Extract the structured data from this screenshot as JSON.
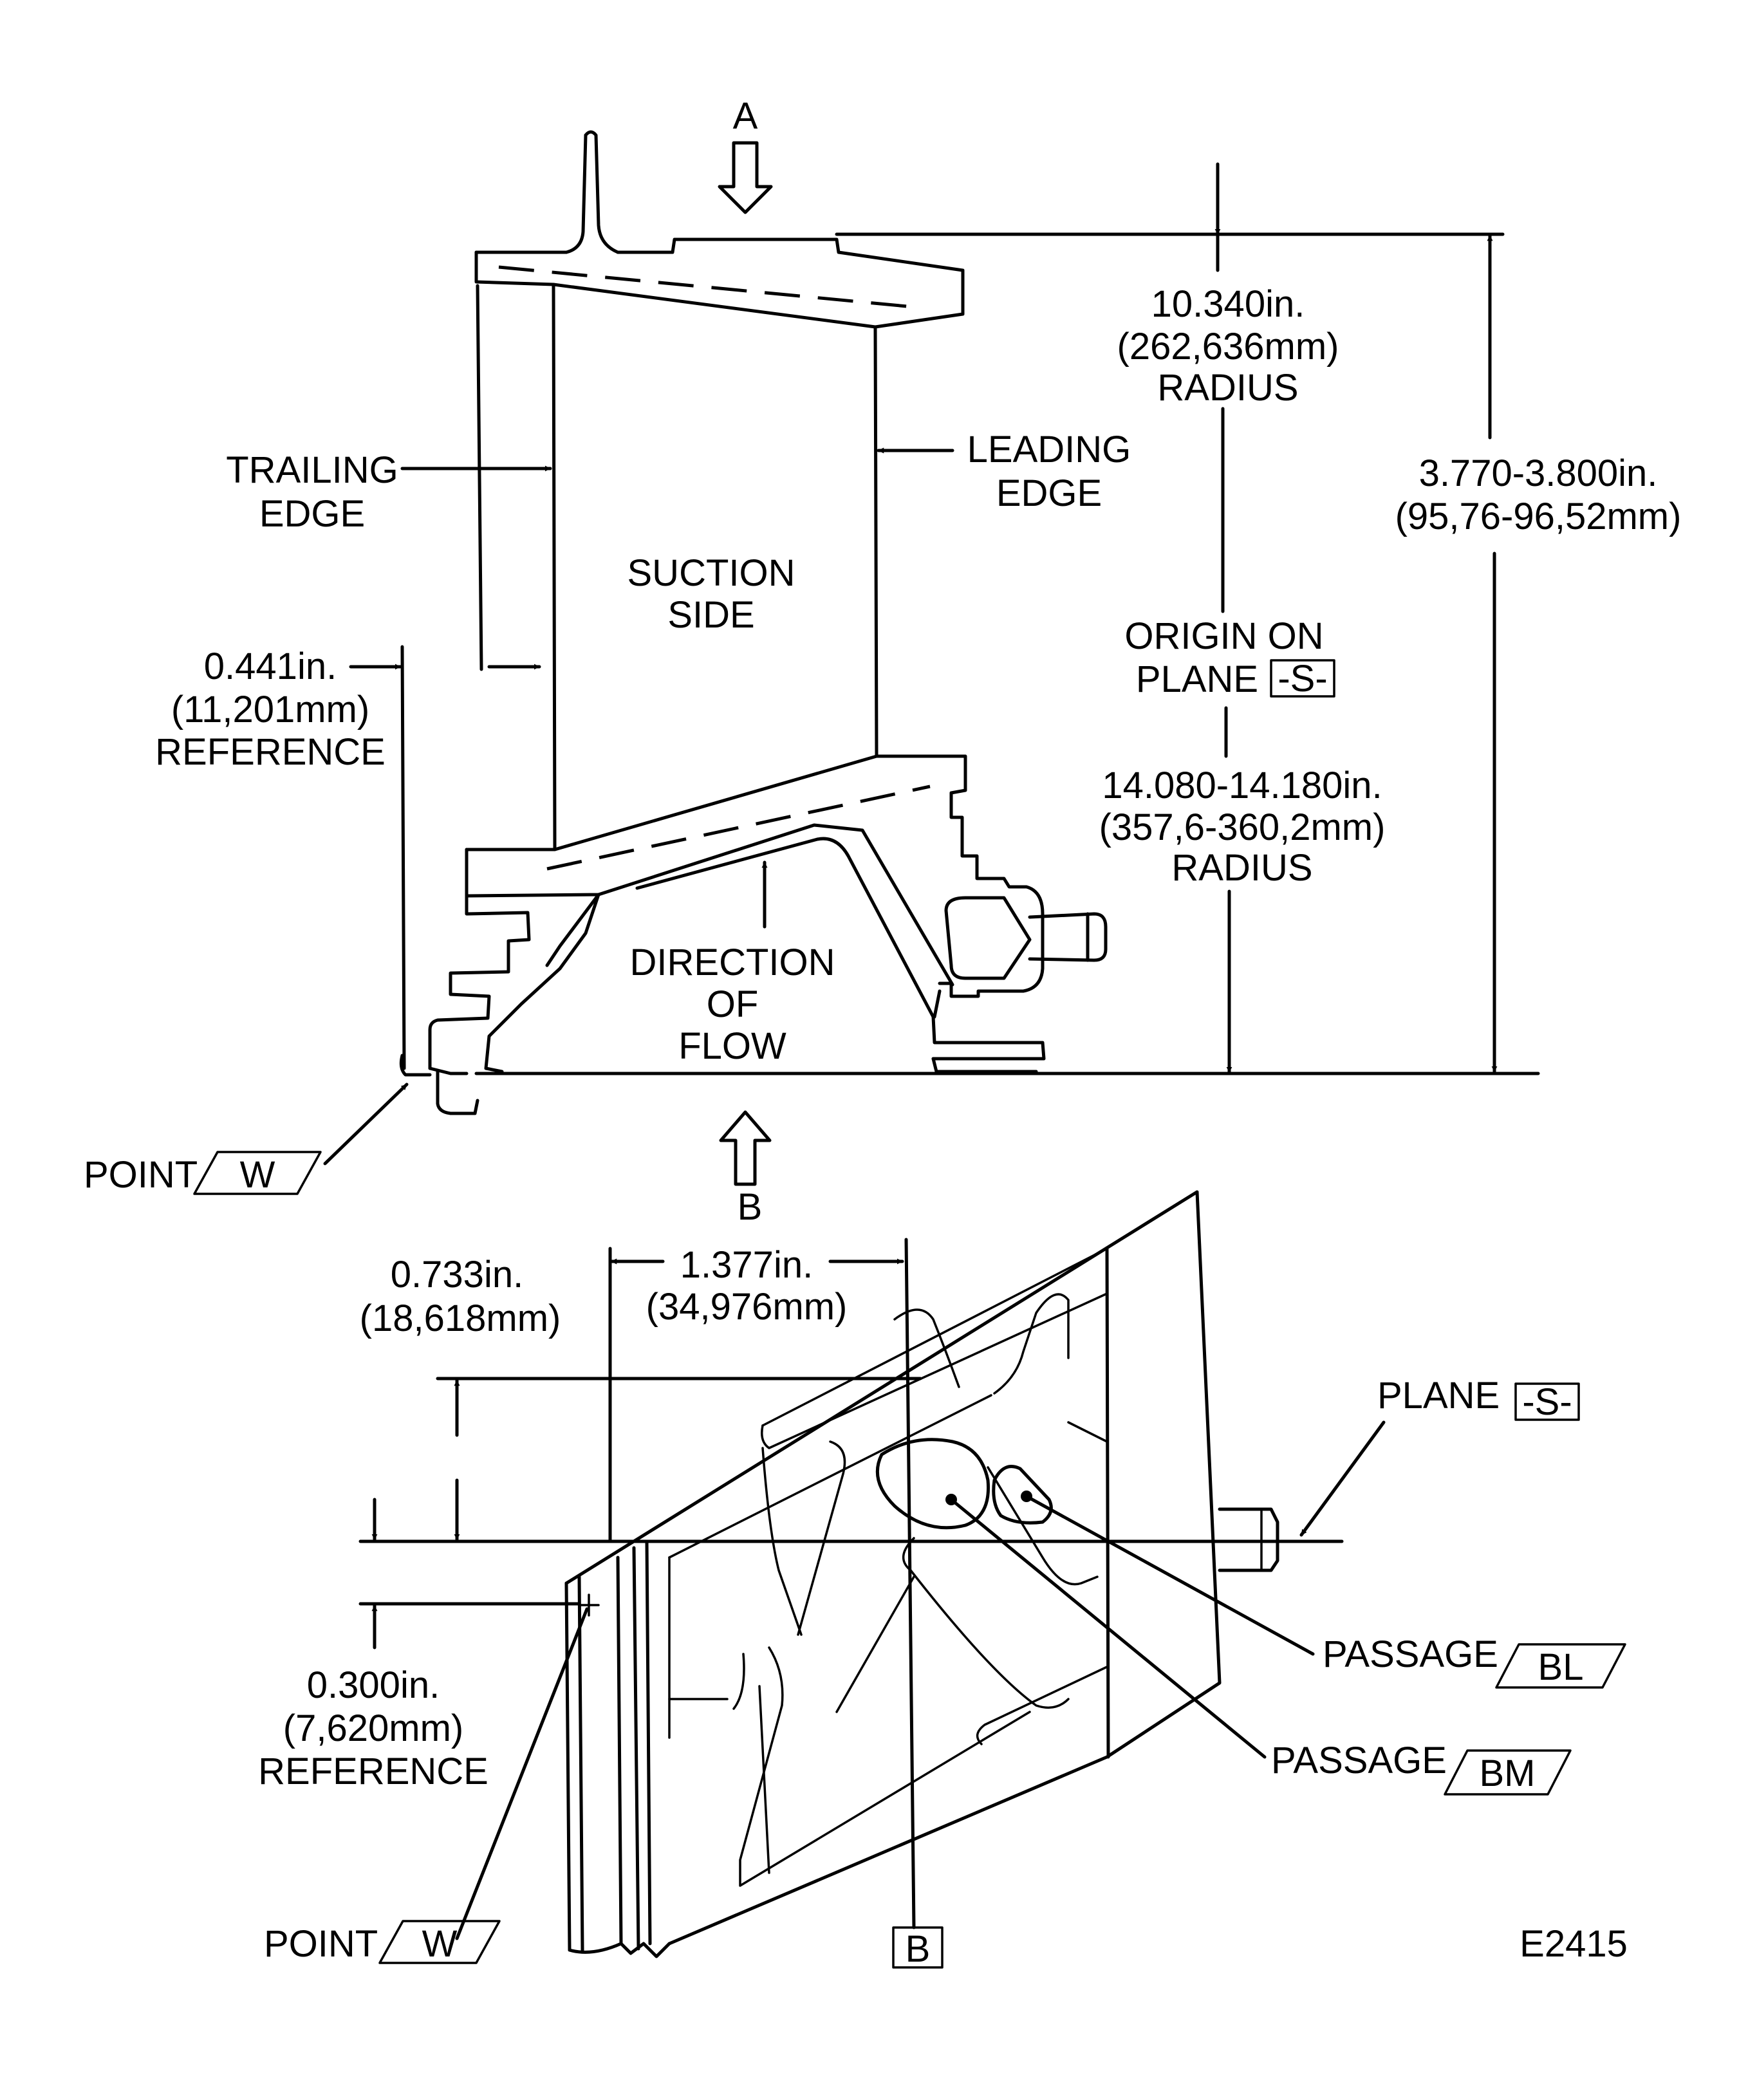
{
  "figure_id": "E2415",
  "upper_view": {
    "view_arrow_top": "A",
    "view_arrow_bottom": "B",
    "trailing_edge": [
      "TRAILING",
      "EDGE"
    ],
    "leading_edge": [
      "LEADING",
      "EDGE"
    ],
    "suction_side": [
      "SUCTION",
      "SIDE"
    ],
    "direction_of_flow": [
      "DIRECTION",
      "OF",
      "FLOW"
    ],
    "ref_dim": [
      "0.441in.",
      "(11,201mm)",
      "REFERENCE"
    ],
    "outer_radius": [
      "10.340in.",
      "(262,636mm)",
      "RADIUS"
    ],
    "origin": [
      "ORIGIN ON",
      "PLANE"
    ],
    "origin_plane_box": "-S-",
    "inner_radius": [
      "14.080-14.180in.",
      "(357,6-360,2mm)",
      "RADIUS"
    ],
    "height_dim": [
      "3.770-3.800in.",
      "(95,76-96,52mm)"
    ],
    "point_label": "POINT",
    "point_box": "W"
  },
  "lower_view": {
    "dim_x": [
      "1.377in.",
      "(34,976mm)"
    ],
    "dim_y": [
      "0.733in.",
      "(18,618mm)"
    ],
    "ref_dim": [
      "0.300in.",
      "(7,620mm)",
      "REFERENCE"
    ],
    "plane_label": "PLANE",
    "plane_box": "-S-",
    "passage_bl_label": "PASSAGE",
    "passage_bl_box": "BL",
    "passage_bm_label": "PASSAGE",
    "passage_bm_box": "BM",
    "point_label": "POINT",
    "point_box": "W",
    "datum_box": "B"
  }
}
